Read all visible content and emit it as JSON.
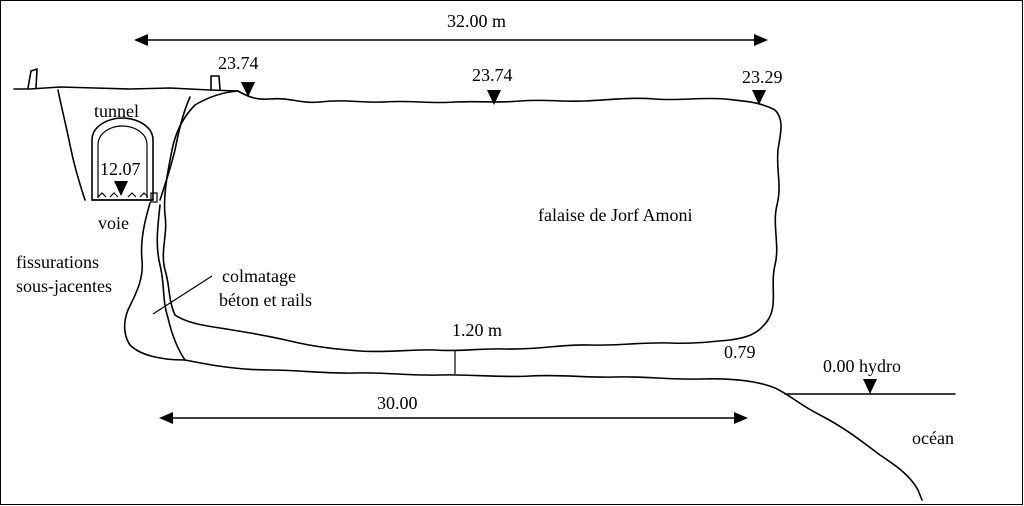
{
  "dimensions": {
    "top_width": "32.00 m",
    "bottom_width": "30.00",
    "thickness": "1.20 m"
  },
  "elevations": {
    "top_left": "23.74",
    "top_mid": "23.74",
    "top_right": "23.29",
    "track": "12.07",
    "bottom_right": "0.79",
    "sea_level": "0.00 hydro"
  },
  "labels": {
    "tunnel": "tunnel",
    "track": "voie",
    "cracks_line1": "fissurations",
    "cracks_line2": "sous-jacentes",
    "sealing_line1": "colmatage",
    "sealing_line2": "béton et rails",
    "cliff": "falaise de Jorf Amoni",
    "ocean": "océan"
  }
}
